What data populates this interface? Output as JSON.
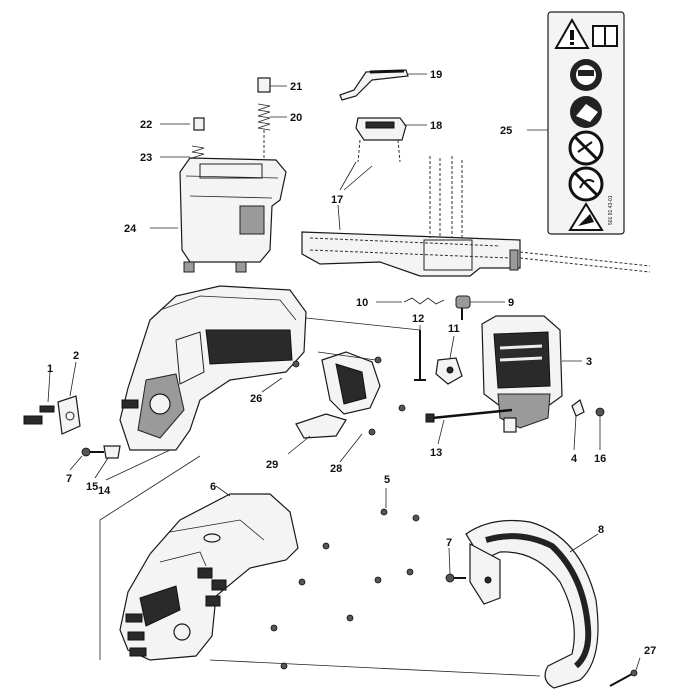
{
  "callouts": {
    "c1": "1",
    "c2": "2",
    "c3": "3",
    "c4": "4",
    "c5": "5",
    "c6": "6",
    "c7a": "7",
    "c7b": "7",
    "c8": "8",
    "c9": "9",
    "c10": "10",
    "c11": "11",
    "c12": "12",
    "c13": "13",
    "c14": "14",
    "c15": "15",
    "c16": "16",
    "c17": "17",
    "c18": "18",
    "c19": "19",
    "c20": "20",
    "c21": "21",
    "c22": "22",
    "c23": "23",
    "c24": "24",
    "c25": "25",
    "c26": "26",
    "c27": "27",
    "c28": "28",
    "c29": "29"
  },
  "label_code": "501 91 43-01"
}
